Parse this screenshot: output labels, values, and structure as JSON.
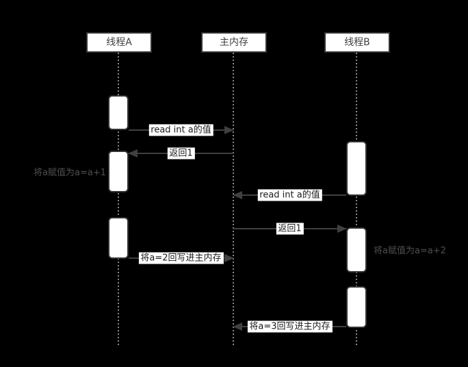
{
  "diagram": {
    "type": "sequence",
    "actors": [
      {
        "id": "thread-a",
        "name": "线程A"
      },
      {
        "id": "main-memory",
        "name": "主内存"
      },
      {
        "id": "thread-b",
        "name": "线程B"
      }
    ],
    "messages": [
      {
        "from": "线程A",
        "to": "主内存",
        "label": "read int a的值"
      },
      {
        "from": "主内存",
        "to": "线程A",
        "label": "返回1"
      },
      {
        "from": "线程B",
        "to": "主内存",
        "label": "read int a的值"
      },
      {
        "from": "主内存",
        "to": "线程B",
        "label": "返回1"
      },
      {
        "from": "线程A",
        "to": "主内存",
        "label": "将a=2回写进主内存"
      },
      {
        "from": "线程B",
        "to": "主内存",
        "label": "将a=3回写进主内存"
      }
    ],
    "annotations": [
      {
        "side": "left",
        "target": "线程A",
        "label": "将a赋值为a=a+1"
      },
      {
        "side": "right",
        "target": "线程B",
        "label": "将a赋值为a=a+2"
      }
    ],
    "colors": {
      "background": "#000000",
      "node_fill": "#ffffff",
      "node_border": "#333333",
      "node_text": "#404040",
      "lifeline": "#888888",
      "arrow": "#404040",
      "message_text": "#1a1a1a",
      "annotation_text": "#4f4f4f"
    }
  }
}
